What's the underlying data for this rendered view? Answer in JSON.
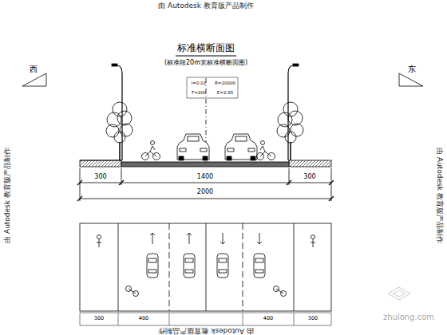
{
  "diagram": {
    "title": "标准横断面图",
    "labels": [
      "由 Autodesk 教育版产品制作",
      "西",
      "东",
      "(标准段20m宽标准横断面图)",
      "i=0.02",
      "R=20000",
      "T=200",
      "E=2.85",
      "由 Autodesk 教育版产品制作",
      "由 Autodesk 教育版产品制作",
      "300",
      "1400",
      "300",
      "2000",
      "300",
      "400",
      "400",
      "300",
      "zhulong.com",
      "由 Autodesk 教育版产品制作"
    ]
  }
}
